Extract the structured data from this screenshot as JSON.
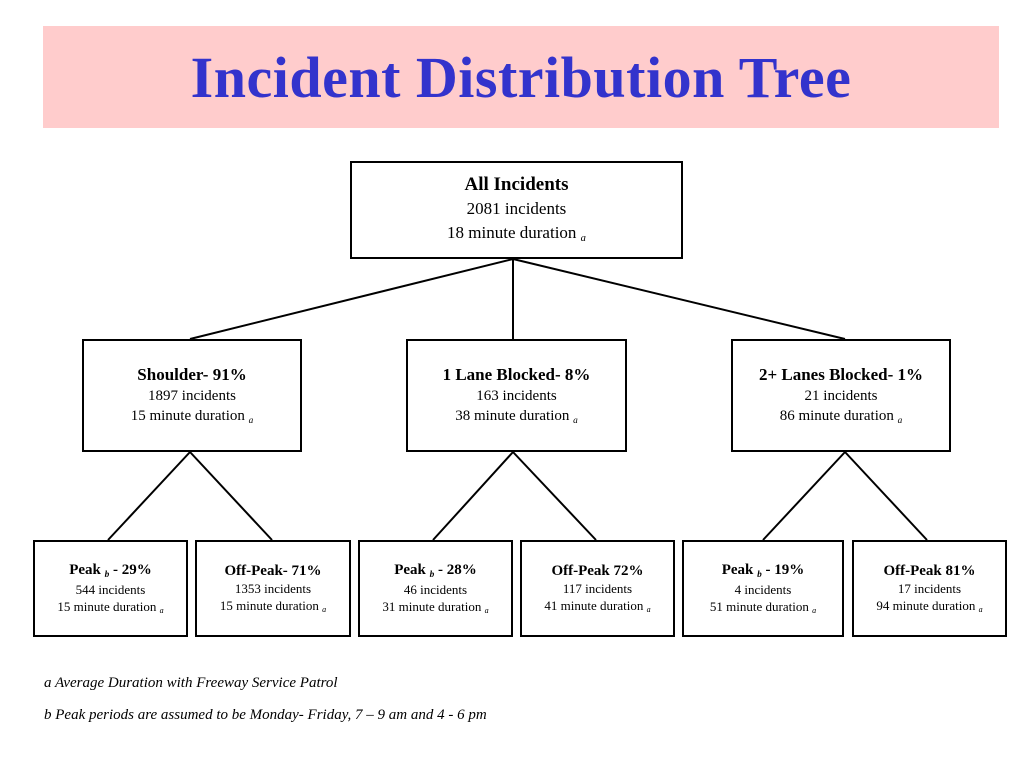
{
  "title": "Incident Distribution Tree",
  "colors": {
    "title_bg": "#ffcccc",
    "title_text": "#3333cc",
    "border": "#000000"
  },
  "root": {
    "title": "All Incidents",
    "incidents": "2081 incidents",
    "duration": "18 minute duration",
    "marker": "a"
  },
  "branches": [
    {
      "title": "Shoulder- 91%",
      "incidents": "1897 incidents",
      "duration": "15 minute duration",
      "marker": "a"
    },
    {
      "title": "1 Lane Blocked- 8%",
      "incidents": "163 incidents",
      "duration": "38 minute duration",
      "marker": "a"
    },
    {
      "title": "2+ Lanes Blocked- 1%",
      "incidents": "21 incidents",
      "duration": "86 minute duration",
      "marker": "a"
    }
  ],
  "leaves": [
    {
      "label": "Peak",
      "marker_b": "b",
      "pct": "- 29%",
      "incidents": "544 incidents",
      "duration": "15 minute duration",
      "marker": "a"
    },
    {
      "label": "Off-Peak- 71%",
      "incidents": "1353 incidents",
      "duration": "15 minute duration",
      "marker": "a"
    },
    {
      "label": "Peak",
      "marker_b": "b",
      "pct": "- 28%",
      "incidents": "46 incidents",
      "duration": "31 minute duration",
      "marker": "a"
    },
    {
      "label": "Off-Peak 72%",
      "incidents": "117 incidents",
      "duration": "41 minute duration",
      "marker": "a"
    },
    {
      "label": "Peak",
      "marker_b": "b",
      "pct": "- 19%",
      "incidents": "4 incidents",
      "duration": "51 minute duration",
      "marker": "a"
    },
    {
      "label": "Off-Peak 81%",
      "incidents": "17 incidents",
      "duration": "94 minute duration",
      "marker": "a"
    }
  ],
  "footnotes": {
    "a": "a  Average Duration with Freeway Service Patrol",
    "b": "b  Peak periods are assumed to be Monday- Friday, 7 – 9 am and 4 - 6 pm"
  }
}
